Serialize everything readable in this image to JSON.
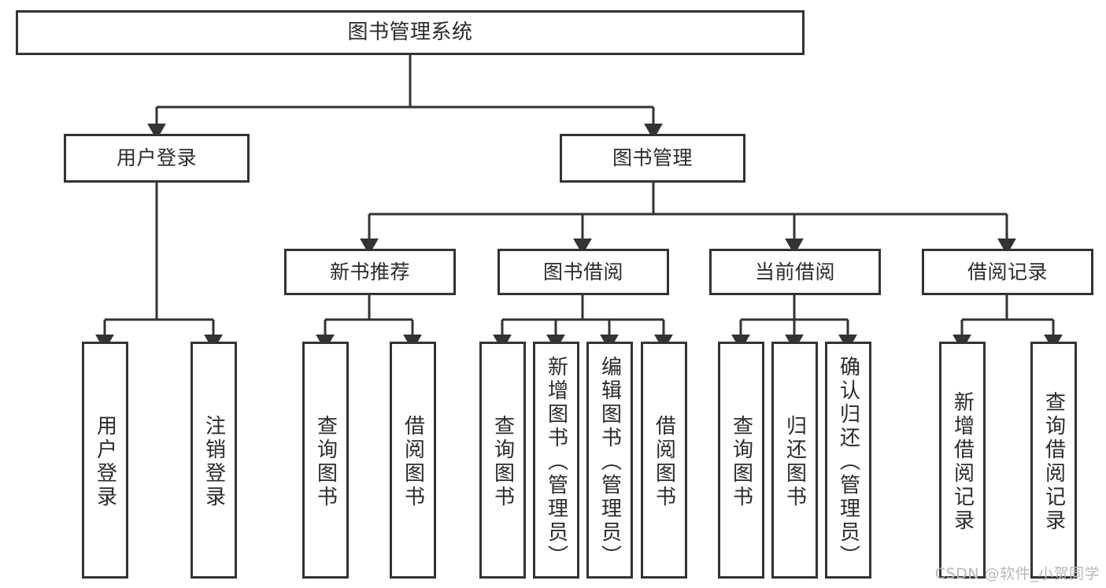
{
  "diagram": {
    "type": "tree-hierarchy",
    "title": "图书管理系统",
    "watermark": "CSDN @软件_小贺同学",
    "colors": {
      "stroke": "#333333",
      "text": "#2b2b2b",
      "background": "#ffffff",
      "watermark": "#b9b9b9"
    },
    "levels": {
      "root": {
        "label": "图书管理系统"
      },
      "level2": [
        {
          "label": "用户登录"
        },
        {
          "label": "图书管理"
        }
      ],
      "level3": [
        {
          "label": "新书推荐"
        },
        {
          "label": "图书借阅"
        },
        {
          "label": "当前借阅"
        },
        {
          "label": "借阅记录"
        }
      ],
      "leaves": [
        {
          "label": "用户登录",
          "parent": "用户登录"
        },
        {
          "label": "注销登录",
          "parent": "用户登录"
        },
        {
          "label": "查询图书",
          "parent": "新书推荐"
        },
        {
          "label": "借阅图书",
          "parent": "新书推荐"
        },
        {
          "label": "查询图书",
          "parent": "图书借阅"
        },
        {
          "label": "新增图书（管理员）",
          "parent": "图书借阅"
        },
        {
          "label": "编辑图书（管理员）",
          "parent": "图书借阅"
        },
        {
          "label": "借阅图书",
          "parent": "图书借阅"
        },
        {
          "label": "查询图书",
          "parent": "当前借阅"
        },
        {
          "label": "归还图书",
          "parent": "当前借阅"
        },
        {
          "label": "确认归还（管理员）",
          "parent": "当前借阅"
        },
        {
          "label": "新增借阅记录",
          "parent": "借阅记录"
        },
        {
          "label": "查询借阅记录",
          "parent": "借阅记录"
        }
      ]
    }
  }
}
